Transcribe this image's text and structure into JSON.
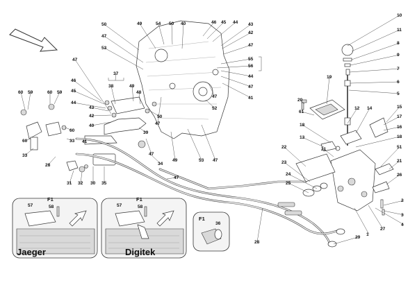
{
  "colors": {
    "ink": "#111111",
    "line": "#333333",
    "shade": "#d9d9d9",
    "inset_bg": "#f4f4f4"
  },
  "icons": {
    "direction_arrow": "front-direction-arrow-icon",
    "insert_arrow": "insert-arrow-icon"
  },
  "insets": {
    "jaeger": {
      "variant": "F1",
      "name": "Jaeger",
      "callouts": [
        "57",
        "58"
      ]
    },
    "digitek": {
      "variant": "F1",
      "name": "Digitek",
      "callouts": [
        "57",
        "58"
      ]
    },
    "detail": {
      "variant": "F1",
      "callouts": [
        "36"
      ]
    }
  },
  "callouts": [
    {
      "id": "c-10",
      "label": "10"
    },
    {
      "id": "c-11",
      "label": "11"
    },
    {
      "id": "c-8",
      "label": "8"
    },
    {
      "id": "c-9",
      "label": "9"
    },
    {
      "id": "c-7",
      "label": "7"
    },
    {
      "id": "c-6",
      "label": "6"
    },
    {
      "id": "c-5",
      "label": "5"
    },
    {
      "id": "c-19",
      "label": "19"
    },
    {
      "id": "c-20",
      "label": "20"
    },
    {
      "id": "c-61",
      "label": "61"
    },
    {
      "id": "c-12",
      "label": "12"
    },
    {
      "id": "c-14",
      "label": "14"
    },
    {
      "id": "c-15",
      "label": "15"
    },
    {
      "id": "c-17",
      "label": "17"
    },
    {
      "id": "c-16",
      "label": "16"
    },
    {
      "id": "c-18a",
      "label": "18"
    },
    {
      "id": "c-13",
      "label": "13"
    },
    {
      "id": "c-18b",
      "label": "18"
    },
    {
      "id": "c-21a",
      "label": "21"
    },
    {
      "id": "c-22",
      "label": "22"
    },
    {
      "id": "c-51",
      "label": "51"
    },
    {
      "id": "c-21b",
      "label": "21"
    },
    {
      "id": "c-23",
      "label": "23"
    },
    {
      "id": "c-26",
      "label": "26"
    },
    {
      "id": "c-24",
      "label": "24"
    },
    {
      "id": "c-25",
      "label": "25"
    },
    {
      "id": "c-2",
      "label": "2"
    },
    {
      "id": "c-3",
      "label": "3"
    },
    {
      "id": "c-4",
      "label": "4"
    },
    {
      "id": "c-27",
      "label": "27"
    },
    {
      "id": "c-1",
      "label": "1"
    },
    {
      "id": "c-29",
      "label": "29"
    },
    {
      "id": "c-28b",
      "label": "28"
    },
    {
      "id": "c-50a",
      "label": "50"
    },
    {
      "id": "c-49a",
      "label": "49"
    },
    {
      "id": "c-54",
      "label": "54"
    },
    {
      "id": "c-50b",
      "label": "50"
    },
    {
      "id": "c-40",
      "label": "40"
    },
    {
      "id": "c-46a",
      "label": "46"
    },
    {
      "id": "c-45a",
      "label": "45"
    },
    {
      "id": "c-44a",
      "label": "44"
    },
    {
      "id": "c-43a",
      "label": "43"
    },
    {
      "id": "c-42a",
      "label": "42"
    },
    {
      "id": "c-47a",
      "label": "47"
    },
    {
      "id": "c-47b",
      "label": "47"
    },
    {
      "id": "c-53a",
      "label": "53"
    },
    {
      "id": "c-55",
      "label": "55"
    },
    {
      "id": "c-56",
      "label": "56"
    },
    {
      "id": "c-44b",
      "label": "44"
    },
    {
      "id": "c-47c",
      "label": "47"
    },
    {
      "id": "c-47d",
      "label": "47"
    },
    {
      "id": "c-41a",
      "label": "41"
    },
    {
      "id": "c-52",
      "label": "52"
    },
    {
      "id": "c-47e",
      "label": "47"
    },
    {
      "id": "c-46b",
      "label": "46"
    },
    {
      "id": "c-37",
      "label": "37"
    },
    {
      "id": "c-38",
      "label": "38"
    },
    {
      "id": "c-49b",
      "label": "49"
    },
    {
      "id": "c-48",
      "label": "48"
    },
    {
      "id": "c-45b",
      "label": "45"
    },
    {
      "id": "c-44c",
      "label": "44"
    },
    {
      "id": "c-43b",
      "label": "43"
    },
    {
      "id": "c-42b",
      "label": "42"
    },
    {
      "id": "c-40b",
      "label": "40"
    },
    {
      "id": "c-50c",
      "label": "50"
    },
    {
      "id": "c-47f",
      "label": "47"
    },
    {
      "id": "c-39",
      "label": "39"
    },
    {
      "id": "c-49c",
      "label": "49"
    },
    {
      "id": "c-53b",
      "label": "53"
    },
    {
      "id": "c-47g",
      "label": "47"
    },
    {
      "id": "c-47h",
      "label": "47"
    },
    {
      "id": "c-34",
      "label": "34"
    },
    {
      "id": "c-60a",
      "label": "60"
    },
    {
      "id": "c-59a",
      "label": "59"
    },
    {
      "id": "c-60b",
      "label": "60"
    },
    {
      "id": "c-59b",
      "label": "59"
    },
    {
      "id": "c-60c",
      "label": "60"
    },
    {
      "id": "c-60d",
      "label": "60"
    },
    {
      "id": "c-33a",
      "label": "33"
    },
    {
      "id": "c-33b",
      "label": "33"
    },
    {
      "id": "c-41b",
      "label": "41"
    },
    {
      "id": "c-28a",
      "label": "28"
    },
    {
      "id": "c-31",
      "label": "31"
    },
    {
      "id": "c-32",
      "label": "32"
    },
    {
      "id": "c-30",
      "label": "30"
    },
    {
      "id": "c-35",
      "label": "35"
    },
    {
      "id": "c-47i",
      "label": "47"
    }
  ]
}
